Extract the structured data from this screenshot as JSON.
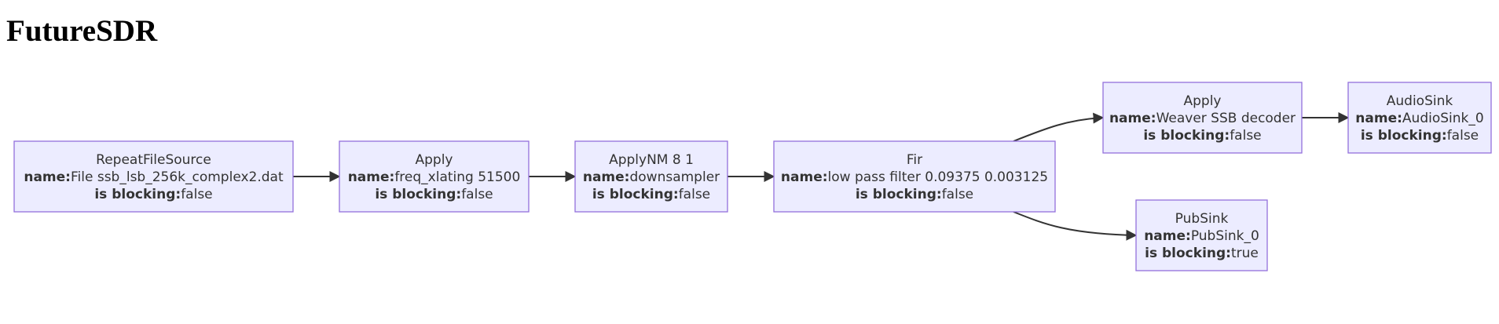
{
  "page": {
    "title": "FutureSDR"
  },
  "colors": {
    "node_fill": "#ECECFF",
    "node_border": "#9370DB",
    "edge": "#333333",
    "text": "#333333"
  },
  "nodes": {
    "repeat_file_source": {
      "type": "RepeatFileSource",
      "name_label": "name:",
      "name_value": "File ssb_lsb_256k_complex2.dat",
      "blocking_label": "is blocking:",
      "blocking_value": "false"
    },
    "apply_xlating": {
      "type": "Apply",
      "name_label": "name:",
      "name_value": "freq_xlating 51500",
      "blocking_label": "is blocking:",
      "blocking_value": "false"
    },
    "apply_nm": {
      "type": "ApplyNM 8 1",
      "name_label": "name:",
      "name_value": "downsampler",
      "blocking_label": "is blocking:",
      "blocking_value": "false"
    },
    "fir": {
      "type": "Fir",
      "name_label": "name:",
      "name_value": "low pass filter 0.09375 0.003125",
      "blocking_label": "is blocking:",
      "blocking_value": "false"
    },
    "apply_weaver": {
      "type": "Apply",
      "name_label": "name:",
      "name_value": "Weaver SSB decoder",
      "blocking_label": "is blocking:",
      "blocking_value": "false"
    },
    "audio_sink": {
      "type": "AudioSink",
      "name_label": "name:",
      "name_value": "AudioSink_0",
      "blocking_label": "is blocking:",
      "blocking_value": "false"
    },
    "pub_sink": {
      "type": "PubSink",
      "name_label": "name:",
      "name_value": "PubSink_0",
      "blocking_label": "is blocking:",
      "blocking_value": "true"
    }
  },
  "edges": [
    {
      "from": "repeat_file_source",
      "to": "apply_xlating"
    },
    {
      "from": "apply_xlating",
      "to": "apply_nm"
    },
    {
      "from": "apply_nm",
      "to": "fir"
    },
    {
      "from": "fir",
      "to": "apply_weaver"
    },
    {
      "from": "fir",
      "to": "pub_sink"
    },
    {
      "from": "apply_weaver",
      "to": "audio_sink"
    }
  ]
}
